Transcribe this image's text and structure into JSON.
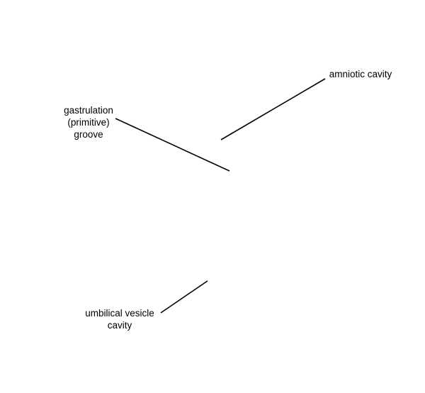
{
  "diagram": {
    "background_color": "#ffffff",
    "line_color": "#000000",
    "labels": {
      "amniotic_cavity": {
        "lines": [
          "amniotic cavity"
        ]
      },
      "gastrulation_groove": {
        "lines": [
          "gastrulation",
          "(primitive)",
          "groove"
        ]
      },
      "umbilical_vesicle_cavity": {
        "lines": [
          "umbilical vesicle",
          "cavity"
        ]
      }
    }
  }
}
